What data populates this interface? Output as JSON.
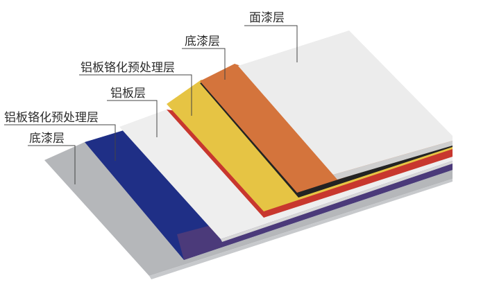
{
  "labels": {
    "top_coat": "面漆层",
    "primer_upper": "底漆层",
    "chromate_upper": "铝板铬化预处理层",
    "aluminum": "铝板层",
    "chromate_lower": "铝板铬化预处理层",
    "primer_lower": "底漆层"
  },
  "colors": {
    "top_coat": "#ececec",
    "top_coat_shadow": "#cfcfcf",
    "primer_upper": "#d4743c",
    "black_layer": "#232323",
    "chromate_upper": "#e6c444",
    "red_layer": "#c8372e",
    "aluminum": "#eeeeee",
    "aluminum_edge": "#d7d7d7",
    "purple_layer": "#4b3a7a",
    "chromate_lower": "#1f2f86",
    "primer_lower": "#b5b7ba",
    "primer_lower_edge": "#c7c9cc"
  }
}
